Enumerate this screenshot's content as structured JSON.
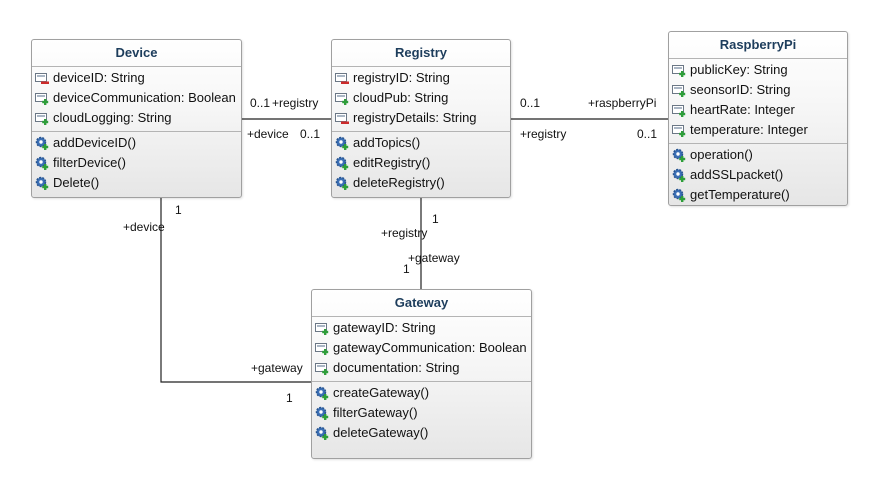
{
  "colors": {
    "class_title": "#1d3d5c",
    "border": "#a0a0a0",
    "line": "#222222",
    "private_marker": "#cc2b2b",
    "public_marker": "#2e9e3a",
    "operation_gear": "#3b6fb5"
  },
  "classes": {
    "device": {
      "name": "Device",
      "attributes": [
        {
          "text": "deviceID: String",
          "visibility": "private"
        },
        {
          "text": "deviceCommunication: Boolean",
          "visibility": "public"
        },
        {
          "text": "cloudLogging: String",
          "visibility": "public"
        }
      ],
      "operations": [
        {
          "text": "addDeviceID()"
        },
        {
          "text": "filterDevice()"
        },
        {
          "text": "Delete()"
        }
      ]
    },
    "registry": {
      "name": "Registry",
      "attributes": [
        {
          "text": "registryID: String",
          "visibility": "private"
        },
        {
          "text": "cloudPub: String",
          "visibility": "public"
        },
        {
          "text": "registryDetails: String",
          "visibility": "private"
        }
      ],
      "operations": [
        {
          "text": "addTopics()"
        },
        {
          "text": "editRegistry()"
        },
        {
          "text": "deleteRegistry()"
        }
      ]
    },
    "raspberrypi": {
      "name": "RaspberryPi",
      "attributes": [
        {
          "text": "publicKey: String",
          "visibility": "public"
        },
        {
          "text": "seonsorID: String",
          "visibility": "public"
        },
        {
          "text": "heartRate: Integer",
          "visibility": "public"
        },
        {
          "text": "temperature: Integer",
          "visibility": "public"
        }
      ],
      "operations": [
        {
          "text": "operation()"
        },
        {
          "text": "addSSLpacket()"
        },
        {
          "text": "getTemperature()"
        }
      ]
    },
    "gateway": {
      "name": "Gateway",
      "attributes": [
        {
          "text": "gatewayID: String",
          "visibility": "public"
        },
        {
          "text": "gatewayCommunication: Boolean",
          "visibility": "public"
        },
        {
          "text": "documentation: String",
          "visibility": "public"
        }
      ],
      "operations": [
        {
          "text": "createGateway()"
        },
        {
          "text": "filterGateway()"
        },
        {
          "text": "deleteGateway()"
        }
      ]
    }
  },
  "associations": {
    "device_registry": {
      "device_end_multiplicity": "0..1",
      "device_end_role": "+registry",
      "registry_end_role": "+device",
      "registry_end_multiplicity": "0..1"
    },
    "registry_raspberrypi": {
      "registry_end_multiplicity": "0..1",
      "registry_end_role": "+raspberryPi",
      "raspberrypi_end_role": "+registry",
      "raspberrypi_end_multiplicity": "0..1"
    },
    "device_gateway": {
      "device_end_multiplicity": "1",
      "device_end_role": "+device",
      "gateway_end_role": "+gateway",
      "gateway_end_multiplicity": "1"
    },
    "registry_gateway": {
      "registry_end_multiplicity": "1",
      "registry_end_role": "+registry",
      "gateway_end_role": "+gateway",
      "gateway_end_multiplicity": "1"
    }
  }
}
